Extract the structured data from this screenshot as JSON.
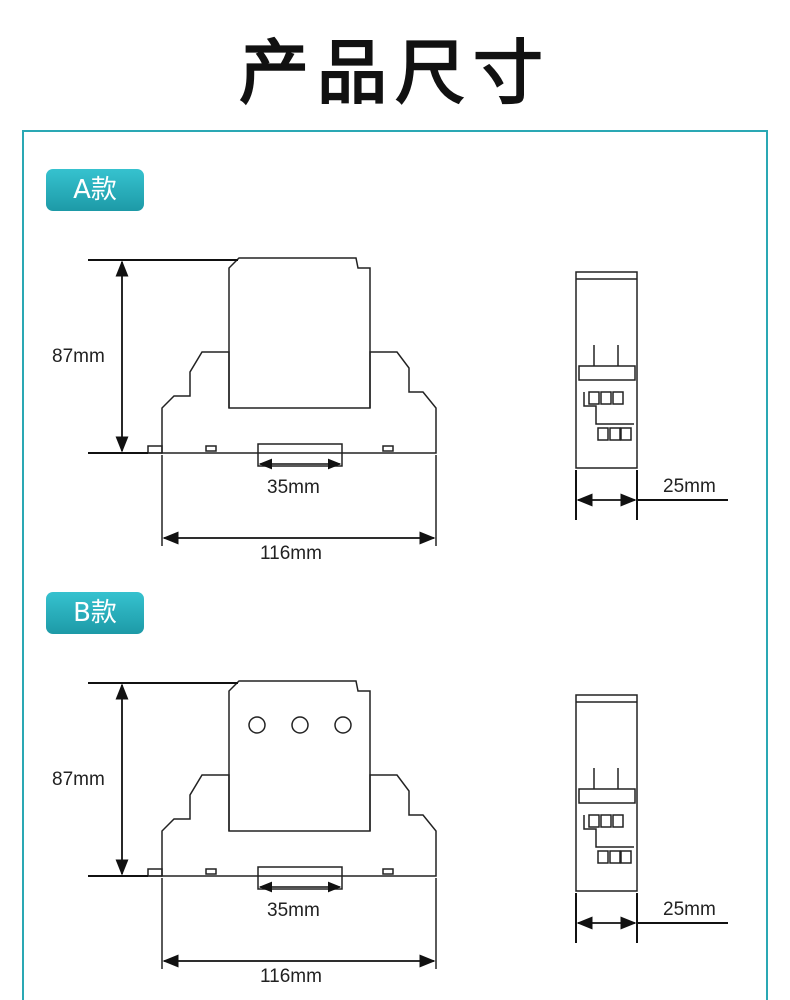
{
  "title": "产品尺寸",
  "accent_color": "#2aa8b4",
  "variants": [
    {
      "badge": "A款",
      "height_label": "87mm",
      "rail_label": "35mm",
      "width_label": "116mm",
      "depth_label": "25mm",
      "front_indicators": 0
    },
    {
      "badge": "B款",
      "height_label": "87mm",
      "rail_label": "35mm",
      "width_label": "116mm",
      "depth_label": "25mm",
      "front_indicators": 3
    }
  ]
}
